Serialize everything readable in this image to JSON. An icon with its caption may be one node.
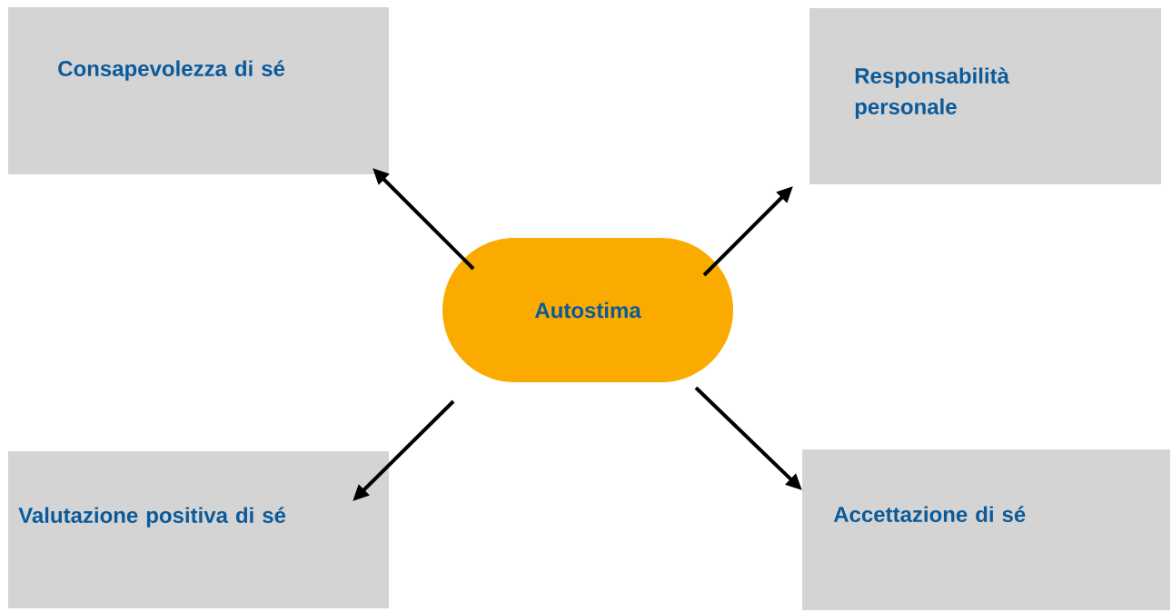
{
  "diagram": {
    "nodes": [
      {
        "text": [
          "Autostima"
        ]
      },
      {
        "text": [
          "Consapevolezza di sé"
        ]
      },
      {
        "text": [
          "Responsabilità personale"
        ]
      },
      {
        "text": [
          "Valutazione positiva di sé"
        ]
      },
      {
        "text": [
          "Accettazione di sé"
        ]
      }
    ],
    "edges": [
      {
        "from": 0,
        "to": 1,
        "arrow": "to"
      },
      {
        "from": 0,
        "to": 2,
        "arrow": "to"
      },
      {
        "from": 0,
        "to": 3,
        "arrow": "to"
      },
      {
        "from": 0,
        "to": 4,
        "arrow": "to"
      }
    ]
  }
}
